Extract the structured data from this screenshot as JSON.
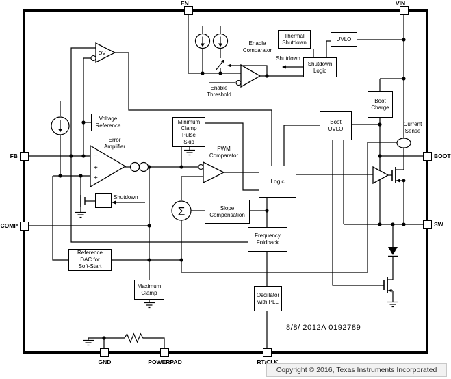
{
  "diagram": {
    "pins": {
      "en": "EN",
      "vin": "VIN",
      "fb": "FB",
      "comp": "COMP",
      "boot": "BOOT",
      "sw": "SW",
      "gnd": "GND",
      "powerpad": "POWERPAD",
      "rtclk": "RT/CLK"
    },
    "blocks": {
      "thermal_shutdown": "Thermal\nShutdown",
      "uvlo": "UVLO",
      "shutdown_logic": "Shutdown\nLogic",
      "boot_charge": "Boot\nCharge",
      "boot_uvlo": "Boot\nUVLO",
      "voltage_reference": "Voltage\nReference",
      "minimum_clamp": "Minimum\nClamp\nPulse\nSkip",
      "logic": "Logic",
      "slope_compensation": "Slope\nCompensation",
      "frequency_foldback": "Frequency\nFoldback",
      "reference_dac": "Reference\nDAC for\nSoft-Start",
      "maximum_clamp": "Maximum\nClamp",
      "oscillator": "Oscillator\nwith PLL"
    },
    "labels": {
      "enable_comparator": "Enable\nComparator",
      "enable_threshold": "Enable\nThreshold",
      "shutdown_signal": "Shutdown",
      "error_amplifier": "Error\nAmplifier",
      "pwm_comparator": "PWM\nComparator",
      "current_sense": "Current\nSense",
      "shutdown_block": "Shutdown",
      "ov": "OV",
      "sigma": "Σ",
      "ea_minus": "−",
      "ea_plus1": "+",
      "ea_plus2": "+",
      "date_code": "8/8/ 2012A 0192789"
    },
    "footer": {
      "copyright": "Copyright © 2016, Texas Instruments Incorporated"
    },
    "colors": {
      "line": "#000000",
      "background": "#ffffff",
      "copyright_bg": "#f2f2f2",
      "copyright_border": "#c8c8c8",
      "copyright_text": "#333333"
    }
  }
}
